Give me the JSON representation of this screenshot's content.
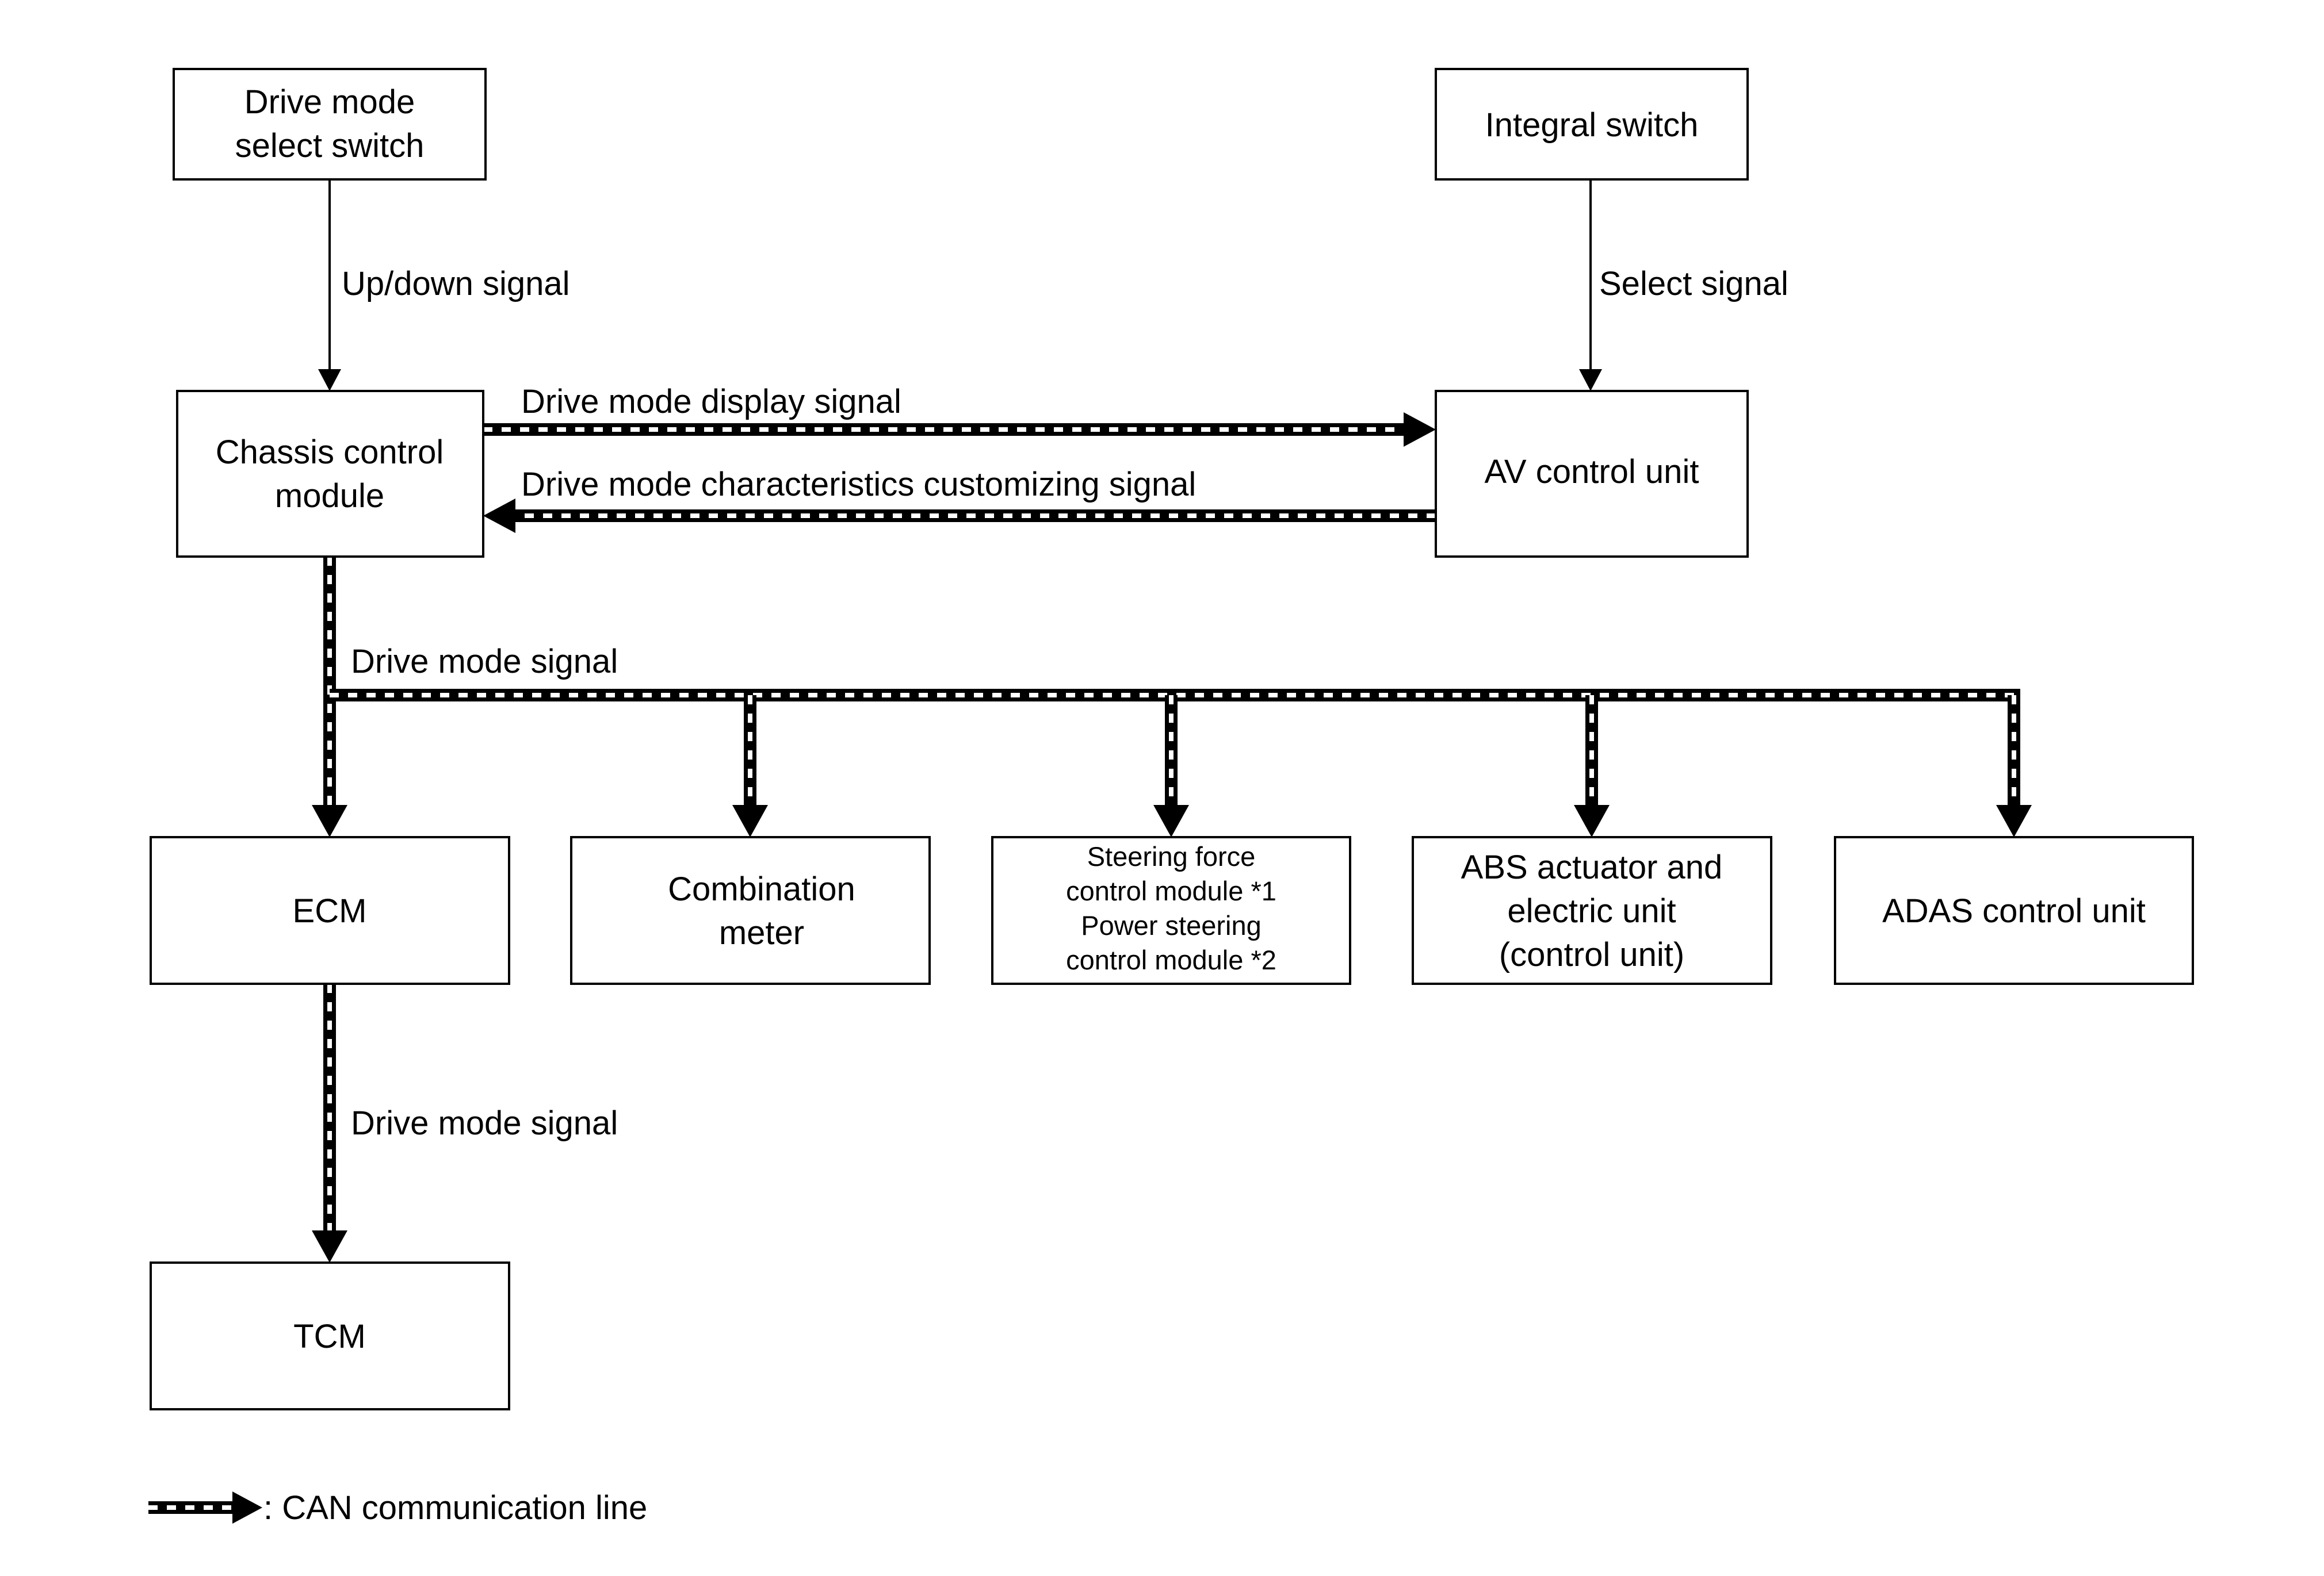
{
  "nodes": {
    "drive_mode_select_switch": [
      "Drive mode",
      "select switch"
    ],
    "integral_switch": [
      "Integral switch"
    ],
    "chassis_control_module": [
      "Chassis control",
      "module"
    ],
    "av_control_unit": [
      "AV control unit"
    ],
    "ecm": [
      "ECM"
    ],
    "combination_meter": [
      "Combination",
      "meter"
    ],
    "steering_module": [
      "Steering force",
      "control module *1",
      "Power steering",
      "control module *2"
    ],
    "abs_unit": [
      "ABS actuator and",
      "electric unit",
      "(control unit)"
    ],
    "adas_unit": [
      "ADAS control unit"
    ],
    "tcm": [
      "TCM"
    ]
  },
  "signals": {
    "up_down": "Up/down signal",
    "select": "Select signal",
    "display": "Drive mode display signal",
    "customizing": "Drive mode characteristics customizing signal",
    "drive_mode_bus": "Drive mode signal",
    "drive_mode_tcm": "Drive mode signal"
  },
  "edges": [
    {
      "from": "drive_mode_select_switch",
      "to": "chassis_control_module",
      "label": "Up/down signal",
      "line": "thin"
    },
    {
      "from": "integral_switch",
      "to": "av_control_unit",
      "label": "Select signal",
      "line": "thin"
    },
    {
      "from": "chassis_control_module",
      "to": "av_control_unit",
      "label": "Drive mode display signal",
      "line": "CAN"
    },
    {
      "from": "av_control_unit",
      "to": "chassis_control_module",
      "label": "Drive mode characteristics customizing signal",
      "line": "CAN"
    },
    {
      "from": "chassis_control_module",
      "to": "ecm",
      "label": "Drive mode signal",
      "line": "CAN"
    },
    {
      "from": "chassis_control_module",
      "to": "combination_meter",
      "label": "Drive mode signal",
      "line": "CAN"
    },
    {
      "from": "chassis_control_module",
      "to": "steering_module",
      "label": "Drive mode signal",
      "line": "CAN"
    },
    {
      "from": "chassis_control_module",
      "to": "abs_unit",
      "label": "Drive mode signal",
      "line": "CAN"
    },
    {
      "from": "chassis_control_module",
      "to": "adas_unit",
      "label": "Drive mode signal",
      "line": "CAN"
    },
    {
      "from": "ecm",
      "to": "tcm",
      "label": "Drive mode signal",
      "line": "CAN"
    }
  ],
  "legend": {
    "text": ": CAN communication line"
  }
}
